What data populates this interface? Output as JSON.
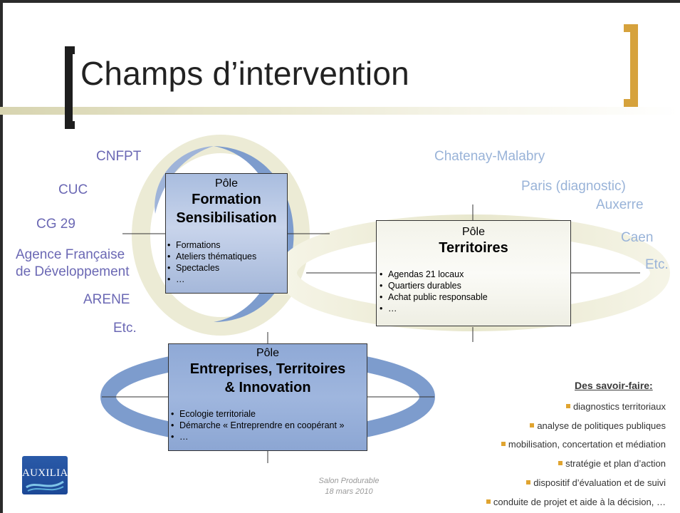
{
  "title": "Champs d’intervention",
  "partners_left": [
    "CNFPT",
    "CUC",
    "CG 29",
    "Agence Française",
    "de Développement",
    "ARENE",
    "Etc."
  ],
  "partners_right": [
    "Chatenay-Malabry",
    "Paris (diagnostic)",
    "Auxerre",
    "Caen",
    "Etc."
  ],
  "pole_formation": {
    "kicker": "Pôle",
    "heading1": "Formation",
    "heading2": "Sensibilisation",
    "items": [
      "Formations",
      "Ateliers thématiques",
      "Spectacles",
      "…"
    ]
  },
  "pole_territoires": {
    "kicker": "Pôle",
    "heading1": "Territoires",
    "items": [
      "Agendas 21 locaux",
      "Quartiers durables",
      "Achat public responsable",
      "…"
    ]
  },
  "pole_entreprises": {
    "kicker": "Pôle",
    "heading1": "Entreprises, Territoires",
    "heading2": "& Innovation",
    "items": [
      "Ecologie territoriale",
      "Démarche « Entreprendre en coopérant »",
      "…"
    ]
  },
  "bullet": "•",
  "skills": {
    "title": "Des savoir-faire:",
    "items": [
      "diagnostics territoriaux",
      "analyse de politiques publiques",
      "mobilisation, concertation et médiation",
      "stratégie et plan d’action",
      "dispositif d’évaluation et de suivi",
      "conduite de projet et aide à la décision, …"
    ]
  },
  "footer": {
    "line1": "Salon Produrable",
    "line2": "18 mars 2010"
  },
  "logo": {
    "text": "AUXILIA"
  },
  "colors": {
    "partner_left": "#6b68b4",
    "partner_right": "#99b3d8",
    "ring_blue": "#7d9ccd",
    "ring_beige": "#ecebd5",
    "bracket_accent": "#d6a23c",
    "skill_square": "#e0a430"
  }
}
